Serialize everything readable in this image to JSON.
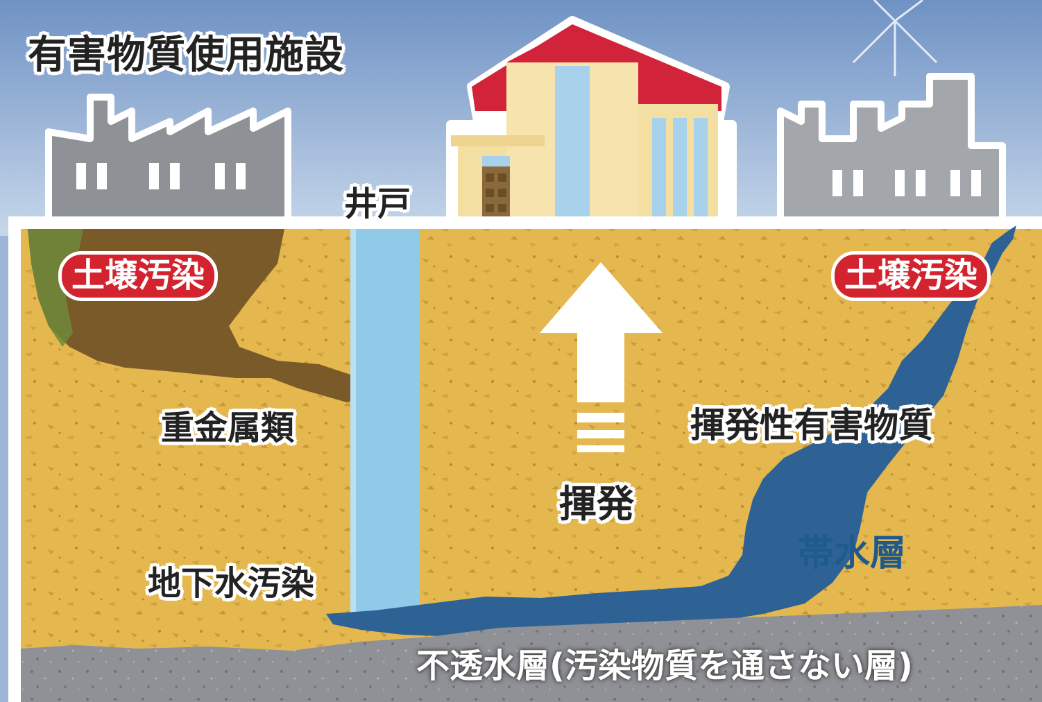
{
  "title": "有害物質使用施設",
  "well_label": "井戸",
  "soil_contamination_left": "土壌汚染",
  "soil_contamination_right": "土壌汚染",
  "heavy_metals": "重金属類",
  "volatilization": "揮発",
  "volatile_organic_compounds": "揮発性有害物質",
  "groundwater_contamination": "地下水汚染",
  "aquifer": "帯水層",
  "impermeable_layer": "不透水層(汚染物質を通さない層)",
  "colors": {
    "sky": "#9db6d8",
    "soil": "#e4b84f",
    "groundwater": "#2f6294",
    "well": "#8fcbe8",
    "impermeable": "#8f9196",
    "contamination_pill": "#d2232e",
    "factory": "#8e9196",
    "roof": "#d1233a",
    "house_wall": "#f3dfa2"
  }
}
